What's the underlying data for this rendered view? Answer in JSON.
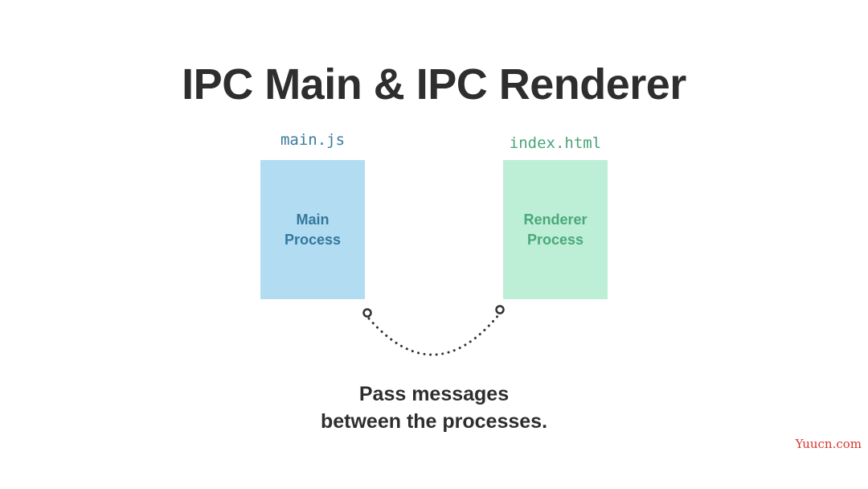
{
  "title": "IPC Main & IPC Renderer",
  "main": {
    "file_label": "main.js",
    "process_label": "Main\nProcess",
    "color": "#b2dcf1",
    "text_color": "#33789f"
  },
  "renderer": {
    "file_label": "index.html",
    "process_label": "Renderer\nProcess",
    "color": "#bdeed6",
    "text_color": "#4aa87a"
  },
  "caption": {
    "line1": "Pass messages",
    "line2": "between the processes."
  },
  "watermark": "Yuucn.com",
  "colors": {
    "text_dark": "#2e2e2e",
    "connector": "#333333",
    "watermark": "#d9352b"
  }
}
